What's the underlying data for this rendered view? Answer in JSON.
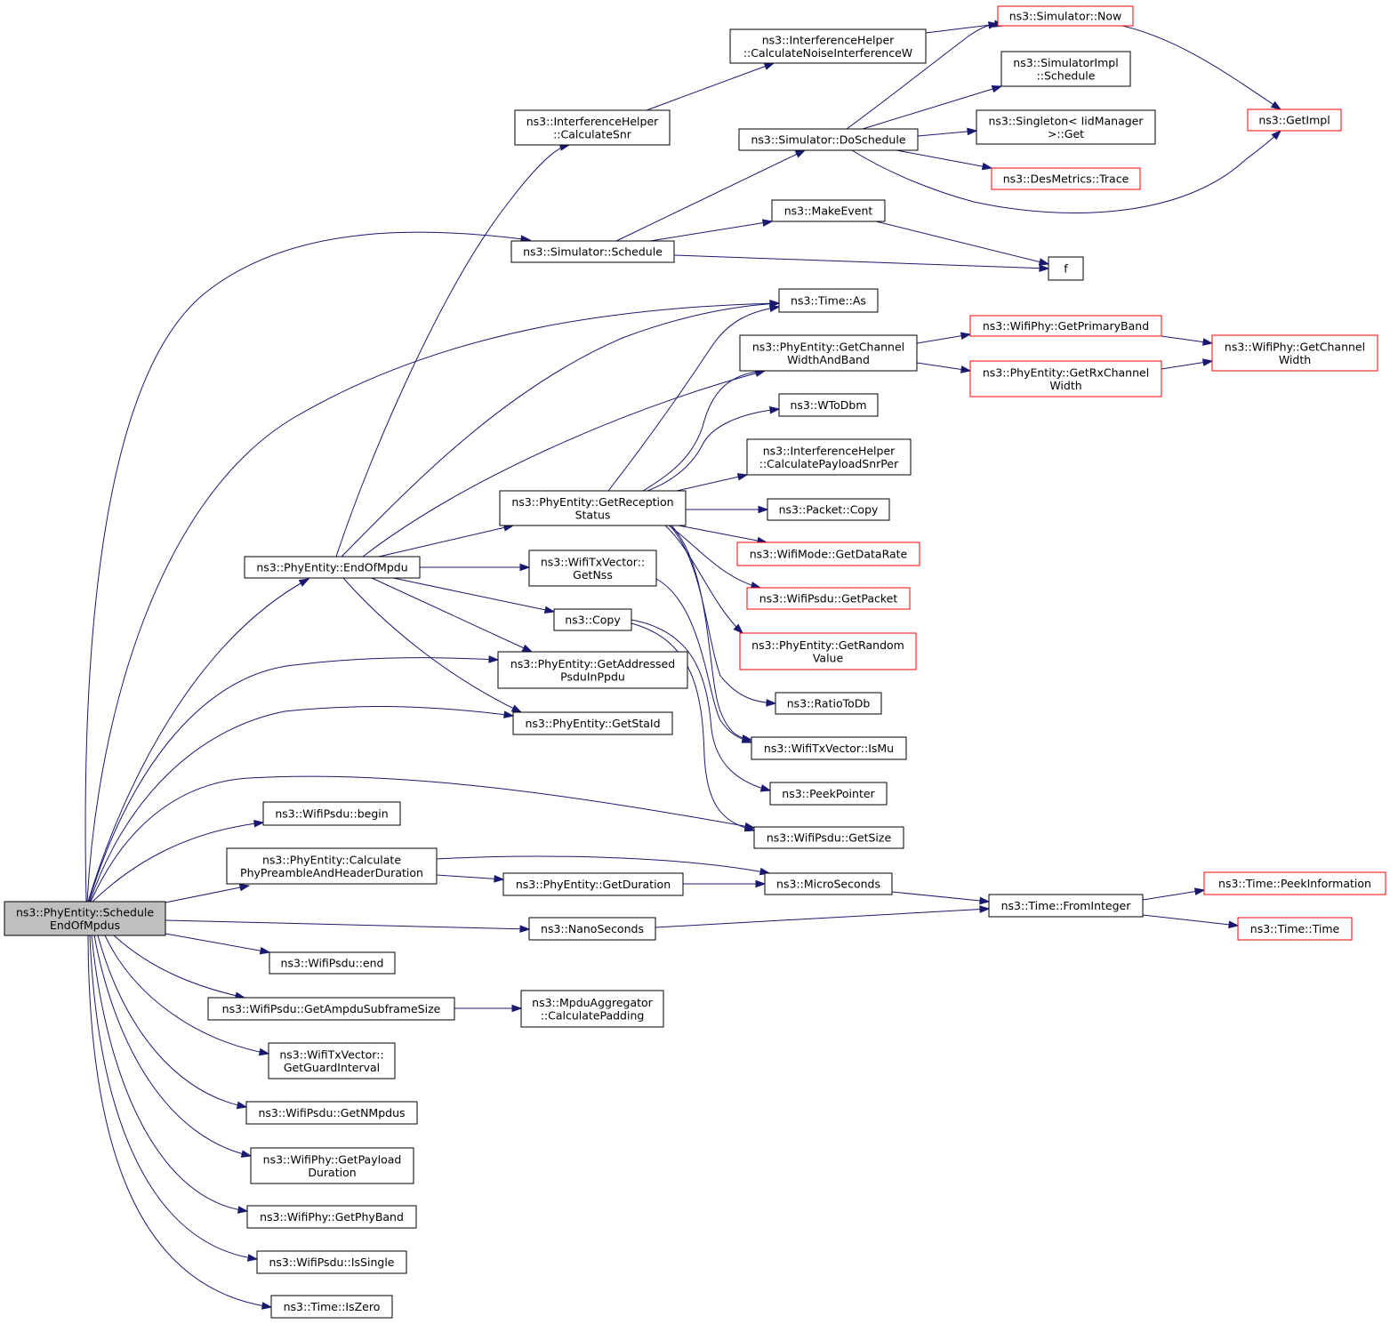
{
  "graph": {
    "title": "ns3::PhyEntity::ScheduleEndOfMpdus call graph",
    "colors": {
      "root_fill": "#bfbfbf",
      "normal_border": "#000000",
      "truncated_border": "#ff0000",
      "edge": "#191970",
      "background": "#ffffff"
    },
    "nodes": [
      {
        "id": "root",
        "lines": [
          "ns3::PhyEntity::Schedule",
          "EndOfMpdus"
        ],
        "style": "root"
      },
      {
        "id": "now",
        "lines": [
          "ns3::Simulator::Now"
        ],
        "style": "truncated"
      },
      {
        "id": "calcNoise",
        "lines": [
          "ns3::InterferenceHelper",
          "::CalculateNoiseInterferenceW"
        ],
        "style": "normal"
      },
      {
        "id": "simImplSchedule",
        "lines": [
          "ns3::SimulatorImpl",
          "::Schedule"
        ],
        "style": "normal"
      },
      {
        "id": "calcSnr",
        "lines": [
          "ns3::InterferenceHelper",
          "::CalculateSnr"
        ],
        "style": "normal"
      },
      {
        "id": "getImpl",
        "lines": [
          "ns3::GetImpl"
        ],
        "style": "truncated"
      },
      {
        "id": "singletonGet",
        "lines": [
          "ns3::Singleton< IidManager",
          " >::Get"
        ],
        "style": "normal"
      },
      {
        "id": "doSchedule",
        "lines": [
          "ns3::Simulator::DoSchedule"
        ],
        "style": "normal"
      },
      {
        "id": "desTrace",
        "lines": [
          "ns3::DesMetrics::Trace"
        ],
        "style": "truncated"
      },
      {
        "id": "makeEvent",
        "lines": [
          "ns3::MakeEvent"
        ],
        "style": "normal"
      },
      {
        "id": "simSchedule",
        "lines": [
          "ns3::Simulator::Schedule"
        ],
        "style": "normal"
      },
      {
        "id": "f",
        "lines": [
          "f"
        ],
        "style": "normal"
      },
      {
        "id": "timeAs",
        "lines": [
          "ns3::Time::As"
        ],
        "style": "normal"
      },
      {
        "id": "getPrimaryBand",
        "lines": [
          "ns3::WifiPhy::GetPrimaryBand"
        ],
        "style": "truncated"
      },
      {
        "id": "getChannelWidthAndBand",
        "lines": [
          "ns3::PhyEntity::GetChannel",
          "WidthAndBand"
        ],
        "style": "normal"
      },
      {
        "id": "wifiPhyGetChannelWidth",
        "lines": [
          "ns3::WifiPhy::GetChannel",
          "Width"
        ],
        "style": "truncated"
      },
      {
        "id": "getRxChannelWidth",
        "lines": [
          "ns3::PhyEntity::GetRxChannel",
          "Width"
        ],
        "style": "truncated"
      },
      {
        "id": "wToDbm",
        "lines": [
          "ns3::WToDbm"
        ],
        "style": "normal"
      },
      {
        "id": "calcPayloadSnrPer",
        "lines": [
          "ns3::InterferenceHelper",
          "::CalculatePayloadSnrPer"
        ],
        "style": "normal"
      },
      {
        "id": "getReceptionStatus",
        "lines": [
          "ns3::PhyEntity::GetReception",
          "Status"
        ],
        "style": "normal"
      },
      {
        "id": "packetCopy",
        "lines": [
          "ns3::Packet::Copy"
        ],
        "style": "normal"
      },
      {
        "id": "getDataRate",
        "lines": [
          "ns3::WifiMode::GetDataRate"
        ],
        "style": "truncated"
      },
      {
        "id": "endOfMpdu",
        "lines": [
          "ns3::PhyEntity::EndOfMpdu"
        ],
        "style": "normal"
      },
      {
        "id": "getNss",
        "lines": [
          "ns3::WifiTxVector::",
          "GetNss"
        ],
        "style": "normal"
      },
      {
        "id": "getPacket",
        "lines": [
          "ns3::WifiPsdu::GetPacket"
        ],
        "style": "truncated"
      },
      {
        "id": "copy",
        "lines": [
          "ns3::Copy"
        ],
        "style": "normal"
      },
      {
        "id": "getRandomValue",
        "lines": [
          "ns3::PhyEntity::GetRandom",
          "Value"
        ],
        "style": "truncated"
      },
      {
        "id": "getAddressedPsdu",
        "lines": [
          "ns3::PhyEntity::GetAddressed",
          "PsduInPpdu"
        ],
        "style": "normal"
      },
      {
        "id": "ratioToDb",
        "lines": [
          "ns3::RatioToDb"
        ],
        "style": "normal"
      },
      {
        "id": "getStaId",
        "lines": [
          "ns3::PhyEntity::GetStaId"
        ],
        "style": "normal"
      },
      {
        "id": "isMu",
        "lines": [
          "ns3::WifiTxVector::IsMu"
        ],
        "style": "normal"
      },
      {
        "id": "peekPointer",
        "lines": [
          "ns3::PeekPointer"
        ],
        "style": "normal"
      },
      {
        "id": "psduBegin",
        "lines": [
          "ns3::WifiPsdu::begin"
        ],
        "style": "normal"
      },
      {
        "id": "psduGetSize",
        "lines": [
          "ns3::WifiPsdu::GetSize"
        ],
        "style": "normal"
      },
      {
        "id": "calcPreamble",
        "lines": [
          "ns3::PhyEntity::Calculate",
          "PhyPreambleAndHeaderDuration"
        ],
        "style": "normal"
      },
      {
        "id": "getDuration",
        "lines": [
          "ns3::PhyEntity::GetDuration"
        ],
        "style": "normal"
      },
      {
        "id": "microSeconds",
        "lines": [
          "ns3::MicroSeconds"
        ],
        "style": "normal"
      },
      {
        "id": "peekInformation",
        "lines": [
          "ns3::Time::PeekInformation"
        ],
        "style": "truncated"
      },
      {
        "id": "fromInteger",
        "lines": [
          "ns3::Time::FromInteger"
        ],
        "style": "normal"
      },
      {
        "id": "nanoSeconds",
        "lines": [
          "ns3::NanoSeconds"
        ],
        "style": "normal"
      },
      {
        "id": "timeTime",
        "lines": [
          "ns3::Time::Time"
        ],
        "style": "truncated"
      },
      {
        "id": "psduEnd",
        "lines": [
          "ns3::WifiPsdu::end"
        ],
        "style": "normal"
      },
      {
        "id": "getAmpduSubframeSize",
        "lines": [
          "ns3::WifiPsdu::GetAmpduSubframeSize"
        ],
        "style": "normal"
      },
      {
        "id": "calcPadding",
        "lines": [
          "ns3::MpduAggregator",
          "::CalculatePadding"
        ],
        "style": "normal"
      },
      {
        "id": "getGuardInterval",
        "lines": [
          "ns3::WifiTxVector::",
          "GetGuardInterval"
        ],
        "style": "normal"
      },
      {
        "id": "getNMpdus",
        "lines": [
          "ns3::WifiPsdu::GetNMpdus"
        ],
        "style": "normal"
      },
      {
        "id": "getPayloadDuration",
        "lines": [
          "ns3::WifiPhy::GetPayload",
          "Duration"
        ],
        "style": "normal"
      },
      {
        "id": "getPhyBand",
        "lines": [
          "ns3::WifiPhy::GetPhyBand"
        ],
        "style": "normal"
      },
      {
        "id": "isSingle",
        "lines": [
          "ns3::WifiPsdu::IsSingle"
        ],
        "style": "normal"
      },
      {
        "id": "isZero",
        "lines": [
          "ns3::Time::IsZero"
        ],
        "style": "normal"
      }
    ],
    "edges": [
      [
        "root",
        "simSchedule"
      ],
      [
        "root",
        "timeAs"
      ],
      [
        "root",
        "endOfMpdu"
      ],
      [
        "root",
        "getAddressedPsdu"
      ],
      [
        "root",
        "getStaId"
      ],
      [
        "root",
        "psduGetSize"
      ],
      [
        "root",
        "psduBegin"
      ],
      [
        "root",
        "calcPreamble"
      ],
      [
        "root",
        "nanoSeconds"
      ],
      [
        "root",
        "psduEnd"
      ],
      [
        "root",
        "getAmpduSubframeSize"
      ],
      [
        "root",
        "getGuardInterval"
      ],
      [
        "root",
        "getNMpdus"
      ],
      [
        "root",
        "getPayloadDuration"
      ],
      [
        "root",
        "getPhyBand"
      ],
      [
        "root",
        "isSingle"
      ],
      [
        "root",
        "isZero"
      ],
      [
        "simSchedule",
        "doSchedule"
      ],
      [
        "simSchedule",
        "makeEvent"
      ],
      [
        "simSchedule",
        "f"
      ],
      [
        "doSchedule",
        "now"
      ],
      [
        "doSchedule",
        "simImplSchedule"
      ],
      [
        "doSchedule",
        "singletonGet"
      ],
      [
        "doSchedule",
        "desTrace"
      ],
      [
        "doSchedule",
        "getImpl"
      ],
      [
        "now",
        "getImpl"
      ],
      [
        "makeEvent",
        "f"
      ],
      [
        "calcSnr",
        "calcNoise"
      ],
      [
        "calcNoise",
        "now"
      ],
      [
        "endOfMpdu",
        "calcSnr"
      ],
      [
        "endOfMpdu",
        "timeAs"
      ],
      [
        "endOfMpdu",
        "getChannelWidthAndBand"
      ],
      [
        "endOfMpdu",
        "getReceptionStatus"
      ],
      [
        "endOfMpdu",
        "getNss"
      ],
      [
        "endOfMpdu",
        "copy"
      ],
      [
        "endOfMpdu",
        "getAddressedPsdu"
      ],
      [
        "endOfMpdu",
        "getStaId"
      ],
      [
        "getReceptionStatus",
        "timeAs"
      ],
      [
        "getReceptionStatus",
        "getChannelWidthAndBand"
      ],
      [
        "getReceptionStatus",
        "wToDbm"
      ],
      [
        "getReceptionStatus",
        "calcPayloadSnrPer"
      ],
      [
        "getReceptionStatus",
        "packetCopy"
      ],
      [
        "getReceptionStatus",
        "getDataRate"
      ],
      [
        "getReceptionStatus",
        "getPacket"
      ],
      [
        "getReceptionStatus",
        "getRandomValue"
      ],
      [
        "getReceptionStatus",
        "ratioToDb"
      ],
      [
        "getReceptionStatus",
        "isMu"
      ],
      [
        "getChannelWidthAndBand",
        "getPrimaryBand"
      ],
      [
        "getChannelWidthAndBand",
        "getRxChannelWidth"
      ],
      [
        "getPrimaryBand",
        "wifiPhyGetChannelWidth"
      ],
      [
        "getRxChannelWidth",
        "wifiPhyGetChannelWidth"
      ],
      [
        "getNss",
        "isMu"
      ],
      [
        "copy",
        "peekPointer"
      ],
      [
        "copy",
        "psduGetSize"
      ],
      [
        "calcPreamble",
        "getDuration"
      ],
      [
        "calcPreamble",
        "microSeconds"
      ],
      [
        "getDuration",
        "microSeconds"
      ],
      [
        "microSeconds",
        "fromInteger"
      ],
      [
        "nanoSeconds",
        "fromInteger"
      ],
      [
        "fromInteger",
        "peekInformation"
      ],
      [
        "fromInteger",
        "timeTime"
      ],
      [
        "getAmpduSubframeSize",
        "calcPadding"
      ]
    ]
  }
}
